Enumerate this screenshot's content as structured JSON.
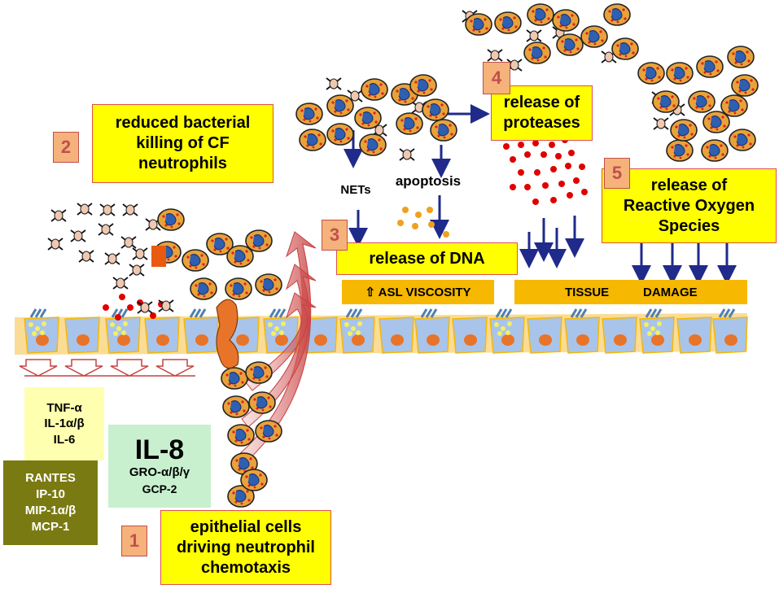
{
  "steps": [
    {
      "number": "1",
      "text": "epithelial cells driving neutrophil chemotaxis"
    },
    {
      "number": "2",
      "text": "reduced bacterial killing of CF neutrophils"
    },
    {
      "number": "3",
      "text": "release of DNA"
    },
    {
      "number": "4",
      "text": "release of proteases"
    },
    {
      "number": "5",
      "text": "release of Reactive Oxygen Species"
    }
  ],
  "labels": {
    "nets": "NETs",
    "apoptosis": "apoptosis",
    "asl_viscosity": "⇧ ASL VISCOSITY",
    "tissue": "TISSUE",
    "damage": "DAMAGE"
  },
  "cytokines": {
    "group_a": [
      "TNF-α",
      "IL-1α/β",
      "IL-6"
    ],
    "group_b": [
      "RANTES",
      "IP-10",
      "MIP-1α/β",
      "MCP-1"
    ],
    "il8": {
      "title": "IL-8",
      "line2": "GRO-α/β/γ",
      "line3": "GCP-2"
    }
  },
  "colors": {
    "step_box": "#ffff00",
    "step_border": "#e05050",
    "number_box": "#f5b27a",
    "bar": "#f6b800",
    "cell_fill": "#a9c4ea",
    "nucleus": "#e8742a",
    "neutrophil": "#e8a23a",
    "arrow": "#1f2a8a",
    "droplet": "#e00000",
    "olive": "#7a7a12",
    "pale_yellow": "#ffffb0",
    "pale_green": "#c8f0cf"
  }
}
